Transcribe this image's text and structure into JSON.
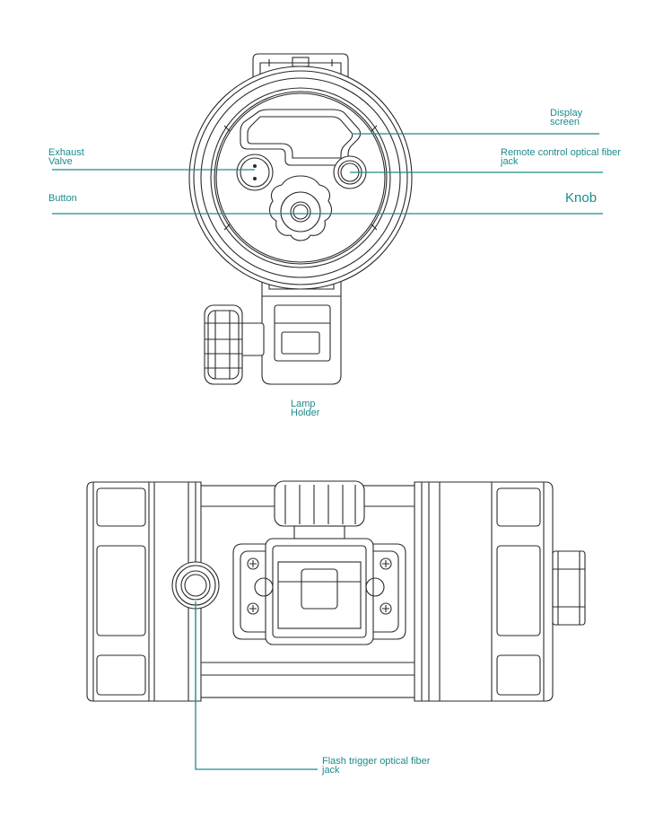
{
  "colors": {
    "callout": "#1d8a8c",
    "drawing": "#2a2a2a",
    "background": "#ffffff"
  },
  "labels": {
    "display_screen": "Display\nscreen",
    "exhaust_valve": "Exhaust\nValve",
    "remote_jack": "Remote control optical fiber\njack",
    "button": "Button",
    "knob": "Knob",
    "lamp_holder": "Lamp\nHolder",
    "flash_jack": "Flash trigger optical fiber\njack"
  }
}
